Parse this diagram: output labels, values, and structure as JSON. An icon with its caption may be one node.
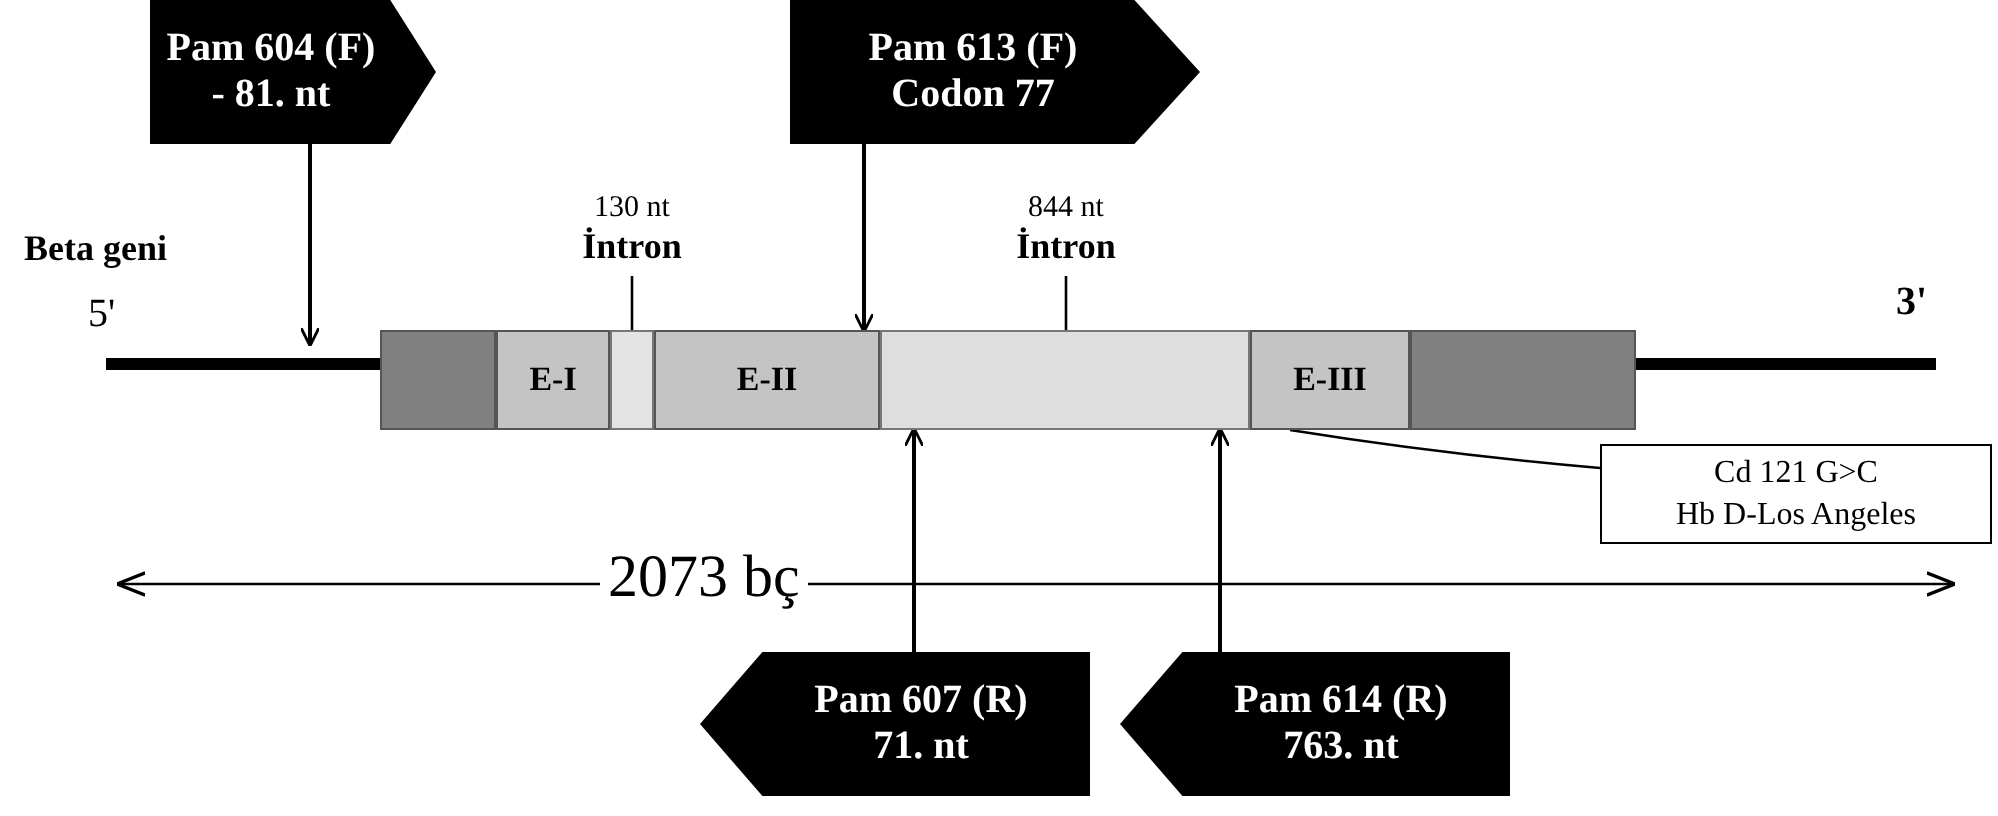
{
  "diagram": {
    "nodes": [
      {
        "text": [
          "Pam 604 (F)",
          "- 81. nt"
        ]
      },
      {
        "text": [
          "Pam 613 (F)",
          "Codon 77"
        ]
      },
      {
        "text": [
          "Pam 607 (R)",
          "71. nt"
        ]
      },
      {
        "text": [
          "Pam 614 (R)",
          "763. nt"
        ]
      },
      {
        "text": [
          "Cd 121 G>C",
          "Hb D-Los Angeles"
        ]
      },
      {
        "text": [],
        "shape": "box"
      },
      {
        "text": [
          "E-I"
        ]
      },
      {
        "text": [],
        "shape": "box"
      },
      {
        "text": [
          "E-II"
        ]
      },
      {
        "text": [],
        "shape": "box"
      },
      {
        "text": [
          "E-III"
        ]
      },
      {
        "text": [],
        "shape": "box"
      },
      {
        "text": [
          "130 nt",
          "İntron"
        ]
      },
      {
        "text": [
          "844 nt",
          "İntron"
        ]
      }
    ],
    "edges": [
      {
        "from": 0,
        "to": null,
        "arrow": "to"
      },
      {
        "from": 1,
        "to": 8,
        "arrow": "to"
      },
      {
        "from": 2,
        "to": 9,
        "arrow": "to"
      },
      {
        "from": 3,
        "to": 9,
        "arrow": "to"
      },
      {
        "from": 4,
        "to": 10,
        "arrow": "none"
      },
      {
        "from": 12,
        "to": 7,
        "arrow": "none"
      },
      {
        "from": 13,
        "to": 9,
        "arrow": "none"
      }
    ],
    "labels": [
      "Beta geni",
      "5'",
      "3'",
      "2073 bç"
    ]
  }
}
